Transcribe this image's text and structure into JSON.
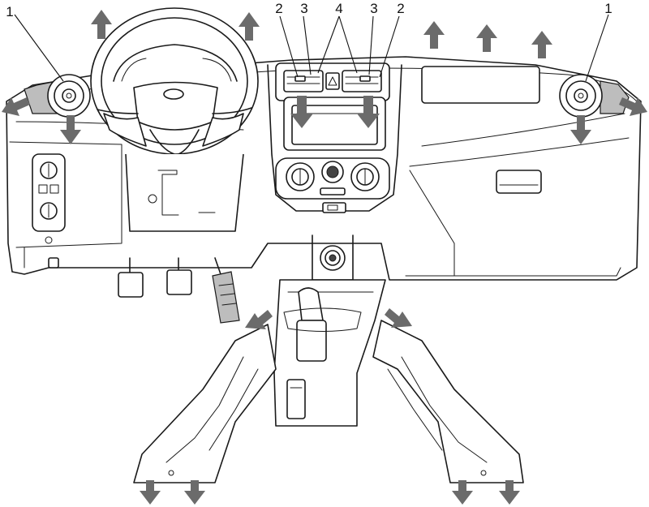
{
  "callouts": {
    "left_nozzle": "1",
    "right_nozzle": "1",
    "left_outer_vent": "2",
    "right_outer_vent": "2",
    "left_inner_vent": "3",
    "right_inner_vent": "3",
    "center_vents": "4"
  },
  "icons": {
    "airflow_arrow": "arrow-icon",
    "hazard_button": "warning-triangle-icon",
    "steering_logo": "oval-emblem-icon"
  },
  "colors": {
    "line": "#1a1a1a",
    "arrow": "#6b6b6b",
    "shading": "#bdbdbd"
  }
}
